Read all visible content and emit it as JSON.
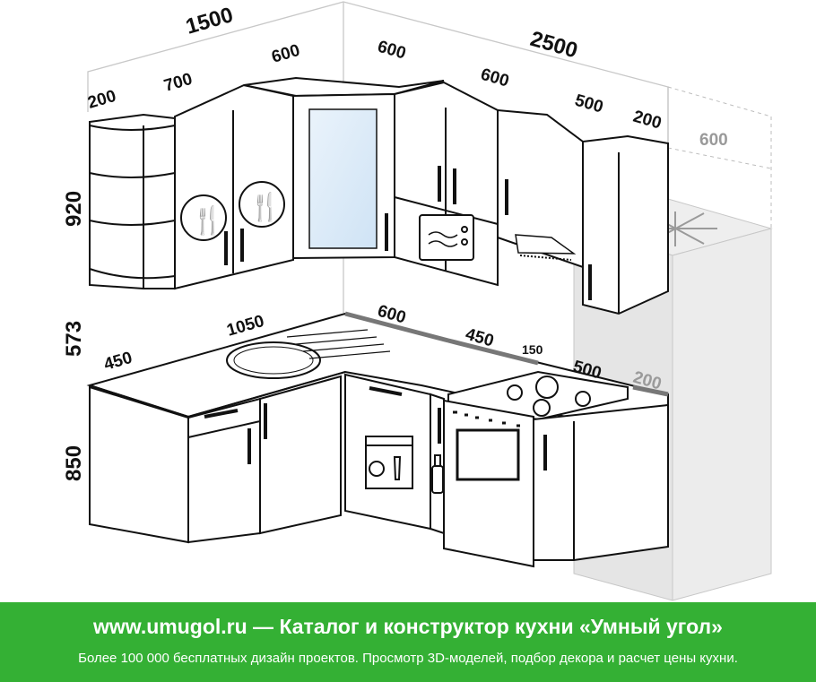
{
  "dimensions": {
    "wall_left_total": "1500",
    "wall_right_total": "2500",
    "upper_left_shelf": "200",
    "upper_left_cabinet": "700",
    "upper_left_corner": "600",
    "upper_right_corner": "600",
    "upper_right_microwave": "600",
    "upper_right_hood": "500",
    "upper_right_end": "200",
    "fridge_depth": "600",
    "upper_height": "920",
    "backsplash_height": "573",
    "base_height": "850",
    "counter_left_end": "450",
    "counter_left_sink": "1050",
    "counter_corner": "600",
    "counter_right_mid": "450",
    "counter_gap": "150",
    "counter_hob": "500",
    "counter_right_end": "200"
  },
  "banner": {
    "title": "www.umugol.ru — Каталог и конструктор кухни «Умный угол»",
    "subtitle": "Более 100 000 бесплатных дизайн проектов. Просмотр 3D-моделей, подбор декора и расчет цены кухни.",
    "background": "#34b034"
  },
  "icons": [
    "dishes-icon",
    "microwave-icon",
    "range-hood-icon",
    "dishwasher-icon",
    "bottle-icon",
    "oven-icon",
    "snowflake-icon"
  ]
}
